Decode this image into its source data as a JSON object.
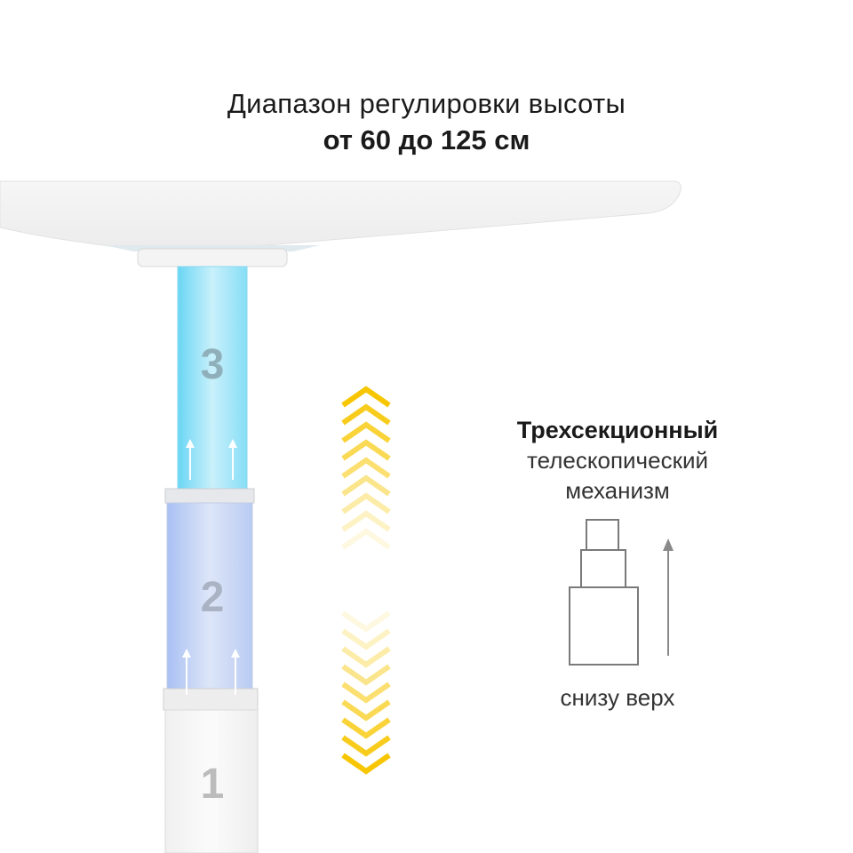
{
  "title": {
    "line1": "Диапазон регулировки высоты",
    "line2": "от 60 до 125 см"
  },
  "mechanism": {
    "caption_bold": "Трехсекционный",
    "caption_line2": "телескопический",
    "caption_line3": "механизм",
    "direction_label": "снизу верх"
  },
  "sections": [
    {
      "number": "1",
      "color": "#bcbcbc"
    },
    {
      "number": "2",
      "color": "#b4bfce"
    },
    {
      "number": "3",
      "color": "#8fb0bb"
    }
  ],
  "colors": {
    "chevron": "#f7c600",
    "section3_glow": "#7fdcf5",
    "section2_glow": "#b7c9f0",
    "desk_top": "#f2f2f2",
    "scheme_stroke": "#7a7a7a"
  },
  "icons": {
    "height_chevrons": "double-chevron-up-down-icon",
    "direction_arrow": "arrow-up-icon"
  }
}
